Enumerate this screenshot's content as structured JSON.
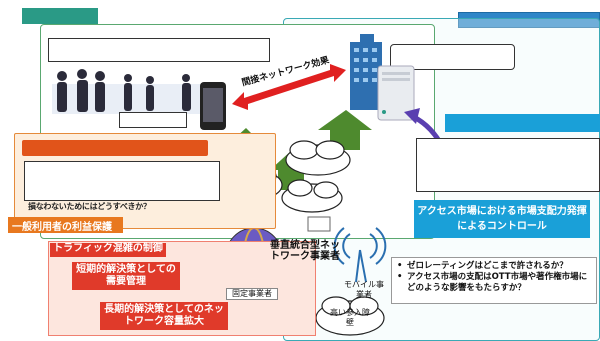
{
  "left_question": "損なわないためにはどうすべきか？",
  "indirect_effect": "間接ネットワーク効果",
  "welfare_label": "一般利用者の利益保護",
  "traffic_label": "トラフィック混雑の制御",
  "short_term": "短期的解決策としての需要管理",
  "long_term": "長期的解決策としてのネットワーク容量拡大",
  "vertical_integration": "垂直統合型ネットワーク事業者",
  "fixed_operator": "固定事業者",
  "mobile_operator": "モバイル事業者",
  "high_barrier": "高い参入障壁",
  "access_control": "アクセス市場における市場支配力発揮によるコントロール",
  "bullets": [
    "ゼロレーティングはどこまで許されるか？",
    "アクセス市場の支配はOTT市場や著作権市場にどのような影響をもたらすか？"
  ],
  "colors": {
    "teal": "#2a9a86",
    "blue": "#2f86c8",
    "orange": "#e1541a",
    "red": "#e03a2a",
    "cyan": "#1aa0d8",
    "arrow_green": "#4e8a2e",
    "arrow_red": "#e02020"
  }
}
